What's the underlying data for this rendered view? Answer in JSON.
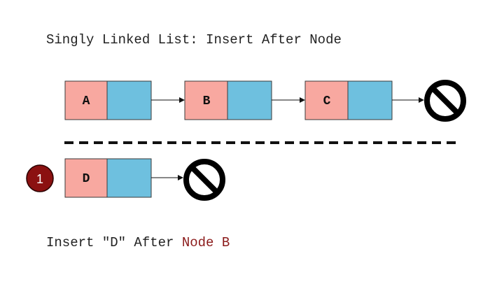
{
  "title": "Singly Linked List: Insert After Node",
  "caption": {
    "prefix": "Insert \"D\" After ",
    "highlight": "Node B"
  },
  "colors": {
    "data_cell": "#f8a8a0",
    "next_cell": "#6ec0df",
    "border": "#3a3a3a",
    "null_symbol": "#000000",
    "step_badge": "#8b1111",
    "highlight": "#8b1a1a"
  },
  "icons": {
    "null": "null-symbol-icon",
    "step": "step-number-badge"
  },
  "main_list": {
    "nodes": [
      {
        "label": "A"
      },
      {
        "label": "B"
      },
      {
        "label": "C"
      }
    ],
    "terminator": "null"
  },
  "new_node": {
    "step": "1",
    "label": "D",
    "terminator": "null"
  }
}
